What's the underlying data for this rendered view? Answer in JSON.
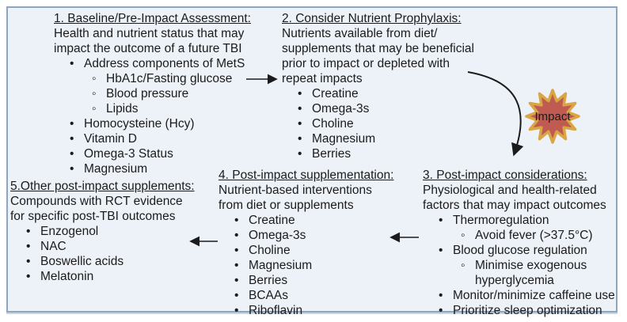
{
  "colors": {
    "panel_background": "#edf2f8",
    "panel_border": "#8fa6c0",
    "text": "#1b1b1b",
    "star_fill": "#c05b52",
    "star_stroke": "#d9a643"
  },
  "impact": {
    "label": "Impact"
  },
  "blocks": [
    {
      "title": "1. Baseline/Pre-Impact Assessment:",
      "body": "Health and nutrient status that may\nimpact the outcome of a future TBI",
      "items": [
        {
          "level": 1,
          "text": "Address components of MetS"
        },
        {
          "level": 2,
          "text": "HbA1c/Fasting glucose"
        },
        {
          "level": 2,
          "text": "Blood pressure"
        },
        {
          "level": 2,
          "text": "Lipids"
        },
        {
          "level": 1,
          "text": "Homocysteine (Hcy)"
        },
        {
          "level": 1,
          "text": "Vitamin D"
        },
        {
          "level": 1,
          "text": "Omega-3 Status"
        },
        {
          "level": 1,
          "text": "Magnesium"
        }
      ]
    },
    {
      "title": "2. Consider Nutrient Prophylaxis:",
      "body": "Nutrients available from diet/\nsupplements that may be beneficial\nprior to impact or depleted with\nrepeat impacts",
      "items": [
        {
          "level": 1,
          "text": "Creatine"
        },
        {
          "level": 1,
          "text": "Omega-3s"
        },
        {
          "level": 1,
          "text": "Choline"
        },
        {
          "level": 1,
          "text": "Magnesium"
        },
        {
          "level": 1,
          "text": "Berries"
        }
      ]
    },
    {
      "title": "3. Post-impact considerations:",
      "body": "Physiological and health-related\nfactors that may impact outcomes",
      "items": [
        {
          "level": 1,
          "text": "Thermoregulation"
        },
        {
          "level": 2,
          "text": "Avoid fever (>37.5°C)"
        },
        {
          "level": 1,
          "text": "Blood glucose regulation"
        },
        {
          "level": 2,
          "text": "Minimise exogenous hyperglycemia"
        },
        {
          "level": 1,
          "text": "Monitor/minimize caffeine use"
        },
        {
          "level": 1,
          "text": "Prioritize sleep optimization"
        }
      ]
    },
    {
      "title": "4. Post-impact supplementation:",
      "body": "Nutrient-based interventions\nfrom diet or supplements",
      "items": [
        {
          "level": 1,
          "text": "Creatine"
        },
        {
          "level": 1,
          "text": "Omega-3s"
        },
        {
          "level": 1,
          "text": "Choline"
        },
        {
          "level": 1,
          "text": "Magnesium"
        },
        {
          "level": 1,
          "text": "Berries"
        },
        {
          "level": 1,
          "text": "BCAAs"
        },
        {
          "level": 1,
          "text": "Riboflavin"
        }
      ]
    },
    {
      "title": "5.Other post-impact supplements:",
      "body": "Compounds with RCT evidence\nfor specific post-TBI outcomes",
      "items": [
        {
          "level": 1,
          "text": "Enzogenol"
        },
        {
          "level": 1,
          "text": "NAC"
        },
        {
          "level": 1,
          "text": "Boswellic acids"
        },
        {
          "level": 1,
          "text": "Melatonin"
        }
      ]
    }
  ]
}
